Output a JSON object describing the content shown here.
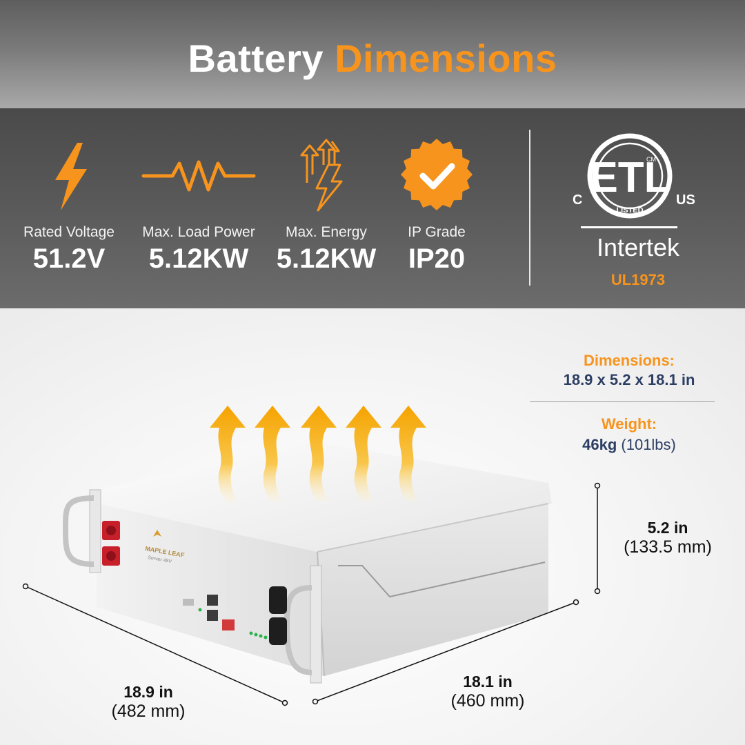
{
  "title": {
    "part1": "Battery",
    "part2": "Dimensions"
  },
  "colors": {
    "accent": "#f7941d",
    "navy": "#2c3e63",
    "dark_band": "#555555"
  },
  "specs": [
    {
      "icon": "lightning-bolt-icon",
      "label": "Rated Voltage",
      "value": "51.2V"
    },
    {
      "icon": "resistor-wave-icon",
      "label": "Max. Load Power",
      "value": "5.12KW"
    },
    {
      "icon": "energy-boost-icon",
      "label": "Max. Energy",
      "value": "5.12KW"
    },
    {
      "icon": "check-badge-icon",
      "label": "IP Grade",
      "value": "IP20"
    }
  ],
  "certification": {
    "logo": "etl-listed-logo",
    "mark_left": "C",
    "mark_right": "US",
    "mark_letters": "ETL",
    "mark_small": "CM",
    "mark_listed": "LISTED",
    "company": "Intertek",
    "standard": "UL1973"
  },
  "info": {
    "dimensions_label": "Dimensions:",
    "dimensions_value": "18.9 x 5.2 x 18.1 in",
    "weight_label": "Weight:",
    "weight_value": "46kg",
    "weight_alt": "(101lbs)"
  },
  "measurements": {
    "width_in": "18.9 in",
    "width_mm": "(482 mm)",
    "depth_in": "18.1 in",
    "depth_mm": "(460 mm)",
    "height_in": "5.2 in",
    "height_mm": "(133.5 mm)"
  },
  "product": {
    "brand": "MAPLE LEAF",
    "model": "Server 48V"
  }
}
